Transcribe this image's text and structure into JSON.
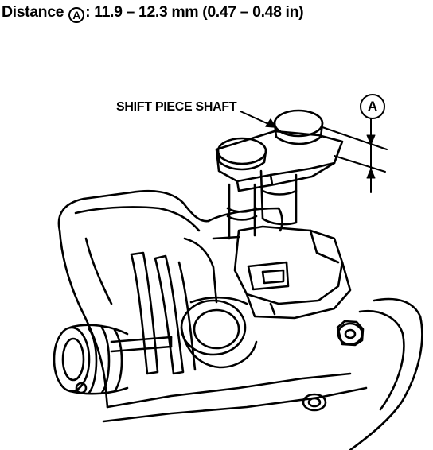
{
  "heading": {
    "label": "Distance",
    "marker": "A",
    "suffix": ": 11.9 – 12.3 mm (0.47 – 0.48 in)"
  },
  "callouts": {
    "shaft": "SHIFT PIECE SHAFT",
    "dimension_marker": "A"
  }
}
